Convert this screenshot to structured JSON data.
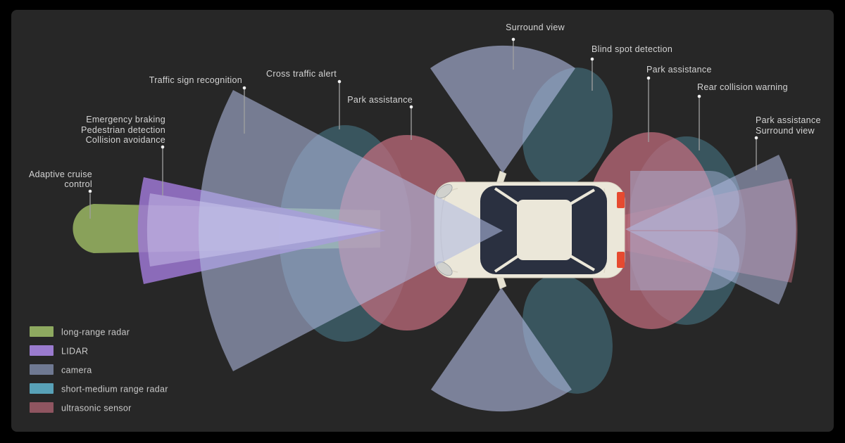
{
  "colors": {
    "background": "#000000",
    "panel": "#272727",
    "label_text": "#d4d4d4",
    "leader_line": "#a0a0a0",
    "car_body": "#ebe7d9",
    "car_glass": "#2a3040",
    "taillight": "#e64a30",
    "long_range_radar": "#8ea960",
    "lidar": "#9a7bce",
    "camera": "#6f7992",
    "short_medium_range_radar": "#58a1b7",
    "ultrasonic_sensor": "#8f5560"
  },
  "annotations": {
    "adaptive_cruise": {
      "line1": "Adaptive cruise",
      "line2": "control"
    },
    "emergency": {
      "line1": "Emergency braking",
      "line2": "Pedestrian detection",
      "line3": "Collision avoidance"
    },
    "traffic_sign": {
      "label": "Traffic sign recognition"
    },
    "cross_traffic": {
      "label": "Cross traffic alert"
    },
    "park_front": {
      "label": "Park assistance"
    },
    "surround_top": {
      "label": "Surround view"
    },
    "blind_spot": {
      "label": "Blind spot detection"
    },
    "park_rear_top": {
      "label": "Park assistance"
    },
    "rear_collision": {
      "label": "Rear collision warning"
    },
    "park_surround_rear": {
      "line1": "Park assistance",
      "line2": "Surround view"
    }
  },
  "legend": {
    "items": [
      {
        "label": "long-range radar",
        "color": "#8ea960"
      },
      {
        "label": "LIDAR",
        "color": "#9a7bce"
      },
      {
        "label": "camera",
        "color": "#6f7992"
      },
      {
        "label": "short-medium range radar",
        "color": "#58a1b7"
      },
      {
        "label": "ultrasonic sensor",
        "color": "#8f5560"
      }
    ]
  }
}
